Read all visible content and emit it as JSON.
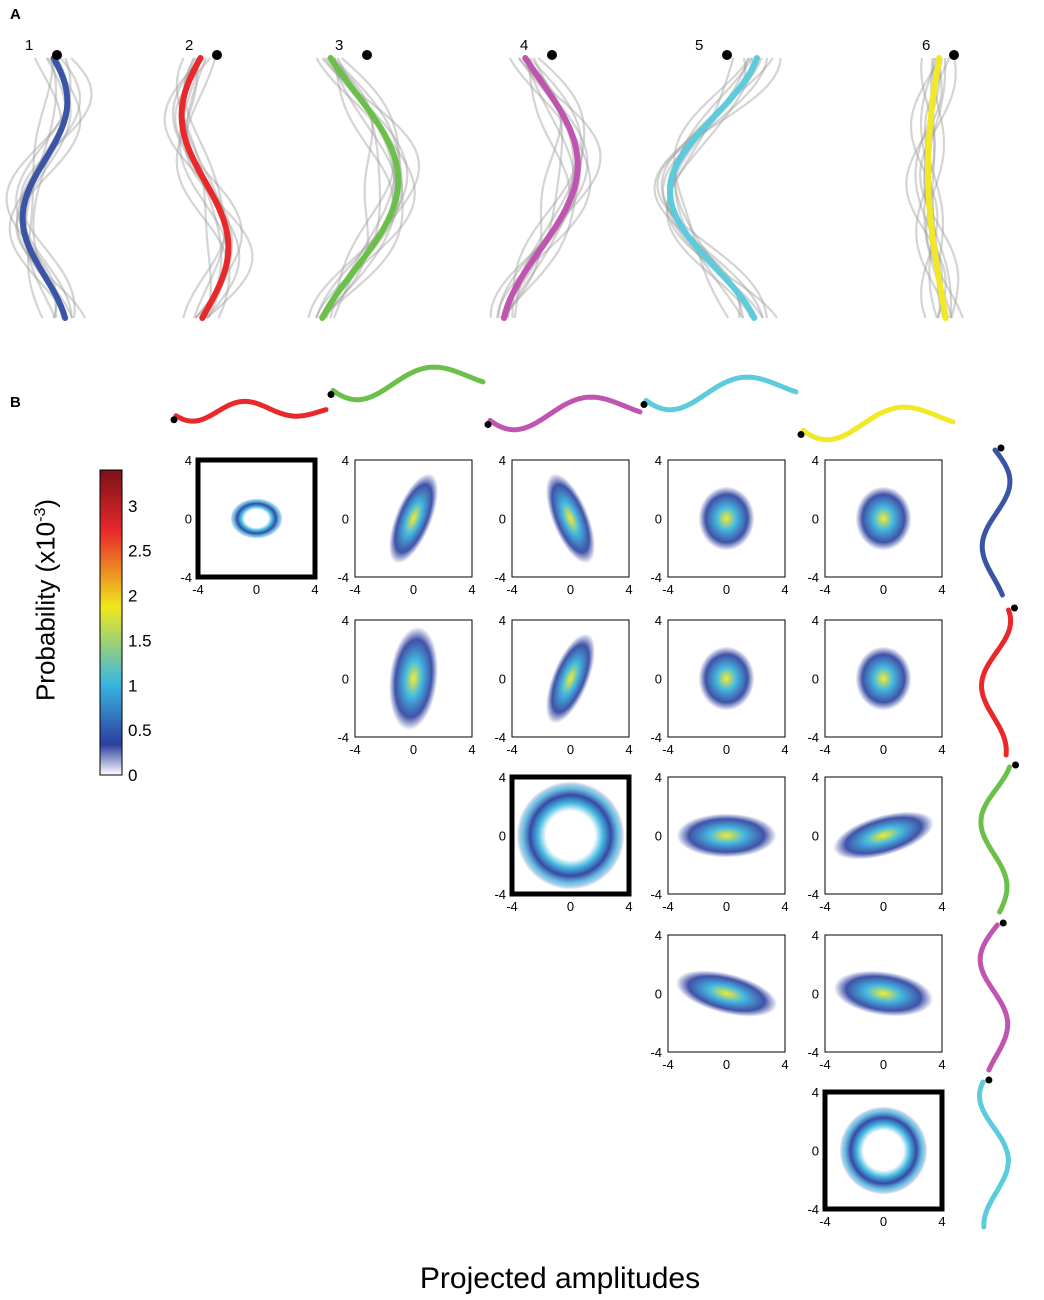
{
  "panel_a": {
    "letter": "A",
    "traces": [
      {
        "label": "1",
        "color": "#3a55a6"
      },
      {
        "label": "2",
        "color": "#e8282b"
      },
      {
        "label": "3",
        "color": "#6cc04a"
      },
      {
        "label": "4",
        "color": "#c055b0"
      },
      {
        "label": "5",
        "color": "#5ccbdc"
      },
      {
        "label": "6",
        "color": "#f2e926"
      }
    ],
    "overlay_color": "#a0a0a0",
    "marker_color": "#000000"
  },
  "panel_b": {
    "letter": "B",
    "xlabel": "Projected amplitudes",
    "colorbar": {
      "label": "Probability (x10",
      "label_exp": "-3",
      "label_close": ")",
      "ticks": [
        "0",
        "0.5",
        "1",
        "1.5",
        "2",
        "2.5",
        "3"
      ],
      "colors": [
        "#ffffff",
        "#2b3f9e",
        "#3ab6e0",
        "#f0e81e",
        "#e8282b",
        "#7a1218"
      ]
    },
    "axis_ticks": [
      "-4",
      "0",
      "4"
    ],
    "column_trace_colors": [
      "#e8282b",
      "#6cc04a",
      "#c055b0",
      "#5ccbdc",
      "#f2e926"
    ],
    "row_trace_colors": [
      "#3a55a6",
      "#e8282b",
      "#6cc04a",
      "#c055b0",
      "#5ccbdc"
    ],
    "grid_pairs": [
      {
        "row": 1,
        "col": 1,
        "shape": "ring",
        "highlighted": true
      },
      {
        "row": 1,
        "col": 2,
        "shape": "tilted-ellipse",
        "highlighted": false
      },
      {
        "row": 1,
        "col": 3,
        "shape": "tilted-ellipse",
        "highlighted": false
      },
      {
        "row": 1,
        "col": 4,
        "shape": "blob",
        "highlighted": false
      },
      {
        "row": 1,
        "col": 5,
        "shape": "blob",
        "highlighted": false
      },
      {
        "row": 2,
        "col": 2,
        "shape": "vertical-band",
        "highlighted": false
      },
      {
        "row": 2,
        "col": 3,
        "shape": "tilted-ellipse",
        "highlighted": false
      },
      {
        "row": 2,
        "col": 4,
        "shape": "blob",
        "highlighted": false
      },
      {
        "row": 2,
        "col": 5,
        "shape": "blob",
        "highlighted": false
      },
      {
        "row": 3,
        "col": 3,
        "shape": "ring",
        "highlighted": true
      },
      {
        "row": 3,
        "col": 4,
        "shape": "horizontal-band",
        "highlighted": false
      },
      {
        "row": 3,
        "col": 5,
        "shape": "tilted-band",
        "highlighted": false
      },
      {
        "row": 4,
        "col": 4,
        "shape": "tilted-band",
        "highlighted": false
      },
      {
        "row": 4,
        "col": 5,
        "shape": "horizontal-band",
        "highlighted": false
      },
      {
        "row": 5,
        "col": 5,
        "shape": "ring",
        "highlighted": true
      }
    ]
  }
}
